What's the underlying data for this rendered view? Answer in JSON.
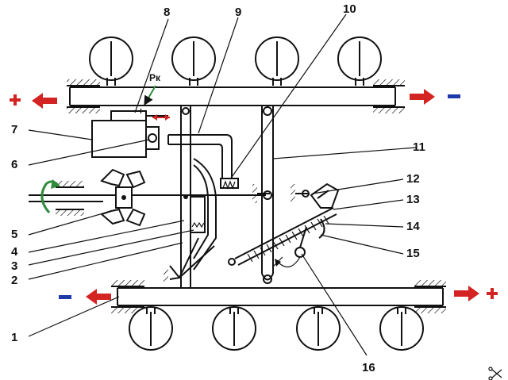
{
  "labels": {
    "n1": "1",
    "n2": "2",
    "n3": "3",
    "n4": "4",
    "n5": "5",
    "n6": "6",
    "n7": "7",
    "n8": "8",
    "n9": "9",
    "n10": "10",
    "n11": "11",
    "n12": "12",
    "n13": "13",
    "n14": "14",
    "n15": "15",
    "n16": "16",
    "pk": "Pк",
    "plus": "+"
  },
  "colors": {
    "arrow_red": "#d42323",
    "plus_red": "#d42323",
    "minus_blue": "#1d3aa8",
    "hook_green": "#2e8b3a",
    "ink": "#111111"
  },
  "icons": {
    "polarity_plus": "red-plus-sign",
    "polarity_minus": "blue-minus-sign",
    "rotation": "green-curved-arrow",
    "corner": "scissors-mark"
  }
}
